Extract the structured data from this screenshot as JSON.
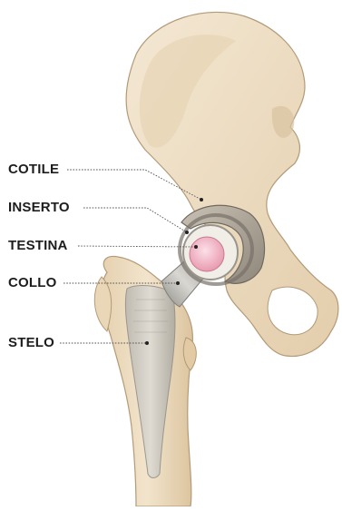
{
  "labels": {
    "cotile": "COTILE",
    "inserto": "INSERTO",
    "testina": "TESTINA",
    "collo": "COLLO",
    "stelo": "STELO"
  },
  "colors": {
    "bone": "#efe0c8",
    "bone_shadow": "#d8c2a0",
    "bone_outline": "#b39a78",
    "metal": "#9a9893",
    "metal_light": "#d6d4cf",
    "head": "#f3b8c8",
    "leader_line": "#555555",
    "text": "#1d1d1d"
  }
}
